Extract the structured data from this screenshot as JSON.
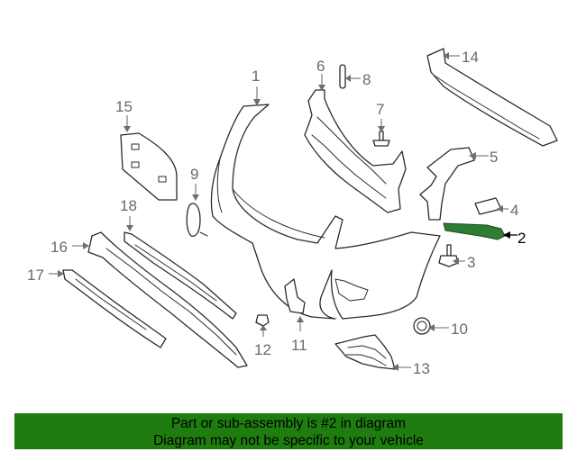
{
  "diagram": {
    "highlight_part": "2",
    "highlight_color": "#2e7d32",
    "callouts": [
      "1",
      "2",
      "3",
      "4",
      "5",
      "6",
      "7",
      "8",
      "9",
      "10",
      "11",
      "12",
      "13",
      "14",
      "15",
      "16",
      "17",
      "18"
    ]
  },
  "banner": {
    "line1": "Part or sub-assembly is #2 in diagram",
    "line2": "Diagram may not be specific to your vehicle",
    "background": "#1f7d10"
  }
}
